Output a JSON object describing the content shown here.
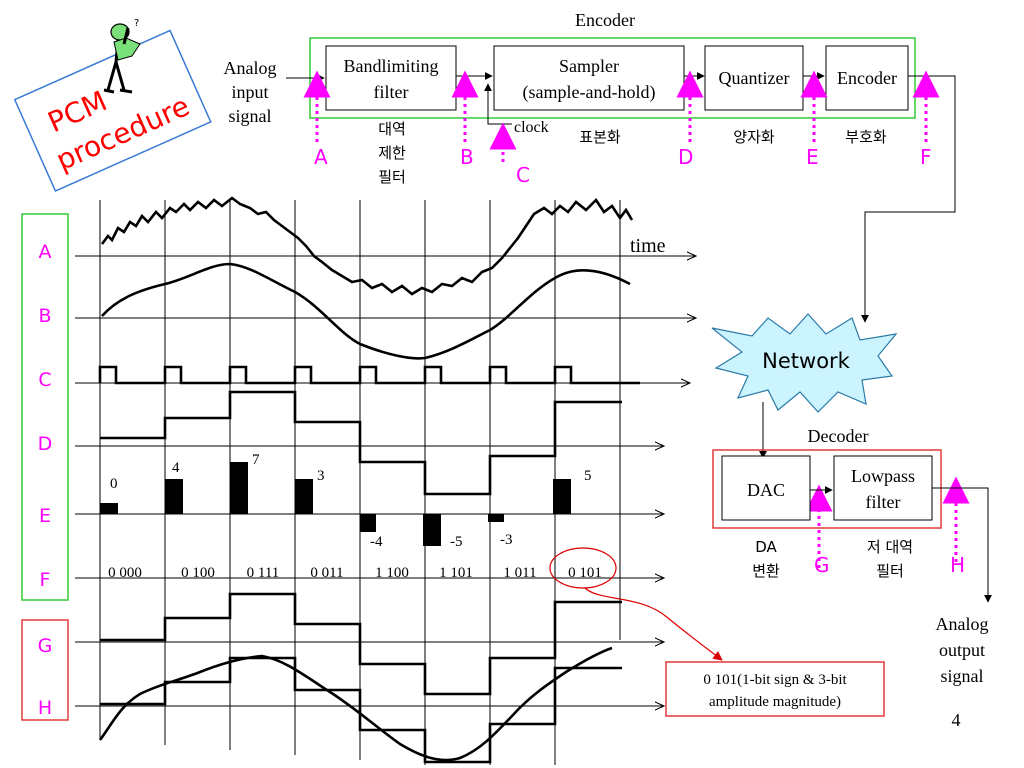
{
  "title": {
    "line1": "PCM",
    "line2": "procedure"
  },
  "colors": {
    "encoder_box": "#33cc33",
    "decoder_box": "#e23a3a",
    "marker": "#ff00ff",
    "title_text": "#ff0000",
    "title_box": "#3a7bd5",
    "network_fill": "#ccf4ff",
    "signal_box": "#33cc33",
    "output_box": "#e23a3a",
    "callout": "#dd0000"
  },
  "labels": {
    "encoder_title": "Encoder",
    "decoder_title": "Decoder",
    "analog_input": [
      "Analog",
      "input",
      "signal"
    ],
    "analog_output": [
      "Analog",
      "output",
      "signal"
    ],
    "clock": "clock",
    "time": "time",
    "network": "Network",
    "page_number": "4"
  },
  "blocks": {
    "bandlimiting": [
      "Bandlimiting",
      "filter"
    ],
    "sampler": [
      "Sampler",
      "(sample-and-hold)"
    ],
    "quantizer": "Quantizer",
    "encoder": "Encoder",
    "dac": "DAC",
    "lowpass": [
      "Lowpass",
      "filter"
    ]
  },
  "korean": {
    "bandlimiting": [
      "대역",
      "제한",
      "필터"
    ],
    "sampler": "표본화",
    "quantizer": "양자화",
    "encoder": "부호화",
    "dac": [
      "DA",
      "변환"
    ],
    "lowpass": [
      "저 대역",
      "필터"
    ]
  },
  "markers": [
    "A",
    "B",
    "C",
    "D",
    "E",
    "F",
    "G",
    "H"
  ],
  "signal_rows": [
    "A",
    "B",
    "C",
    "D",
    "E",
    "F",
    "G",
    "H"
  ],
  "sample_values": [
    "0",
    "4",
    "7",
    "3",
    "-4",
    "-5",
    "-3",
    "5"
  ],
  "codes": [
    "0 000",
    "0 100",
    "0 111",
    "0 011",
    "1 100",
    "1 101",
    "1 011",
    "0 101"
  ],
  "callout": [
    "0 101(1-bit sign & 3-bit",
    "amplitude magnitude)"
  ]
}
